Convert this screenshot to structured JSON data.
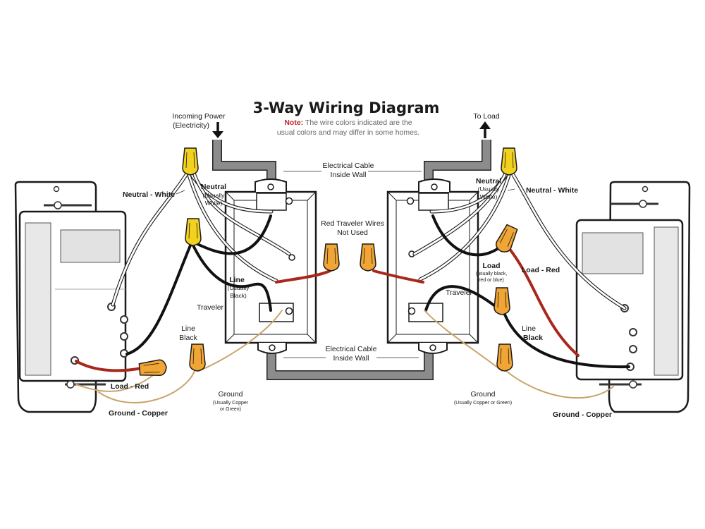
{
  "title": "3-Way Wiring Diagram",
  "note": {
    "prefix": "Note:",
    "line1": " The wire colors indicated are the",
    "line2": "usual colors and may differ in some homes."
  },
  "left": {
    "incoming_power_1": "Incoming Power",
    "incoming_power_2": "(Electricity)",
    "neutral_white": "Neutral - White",
    "neutral_1": "Neutral",
    "neutral_2": "(Usually",
    "neutral_3": "White)",
    "line_1": "Line",
    "line_2": "(Usually",
    "line_3": "Black)",
    "traveler": "Traveler",
    "line_black_1": "Line",
    "line_black_2": "Black",
    "load_red": "Load - Red",
    "ground_copper": "Ground - Copper",
    "ground_1": "Ground",
    "ground_2": "(Usually Copper",
    "ground_3": "or Green)"
  },
  "center": {
    "cable_top_1": "Electrical Cable",
    "cable_top_2": "Inside Wall",
    "red_traveler_1": "Red Traveler Wires",
    "red_traveler_2": "Not Used",
    "cable_bottom_1": "Electrical Cable",
    "cable_bottom_2": "Inside Wall"
  },
  "right": {
    "to_load": "To Load",
    "neutral_1": "Neutral",
    "neutral_2": "(Usually",
    "neutral_3": "White)",
    "neutral_white": "Neutral - White",
    "load_1": "Load",
    "load_2": "(usually black,",
    "load_3": "red or blue)",
    "load_red": "Load - Red",
    "traveler": "Traveler",
    "line_black_1": "Line",
    "line_black_2": "Black",
    "ground_1": "Ground",
    "ground_2": "(Usually Copper or Green)",
    "ground_copper": "Ground - Copper"
  },
  "colors": {
    "cable": "#8c8c8c",
    "wire_black": "#111111",
    "wire_red": "#a8281c",
    "wire_white": "#ffffff",
    "wire_copper": "#c9a46c",
    "nut_yellow": "#f2d21f",
    "nut_orange": "#f0a534"
  }
}
